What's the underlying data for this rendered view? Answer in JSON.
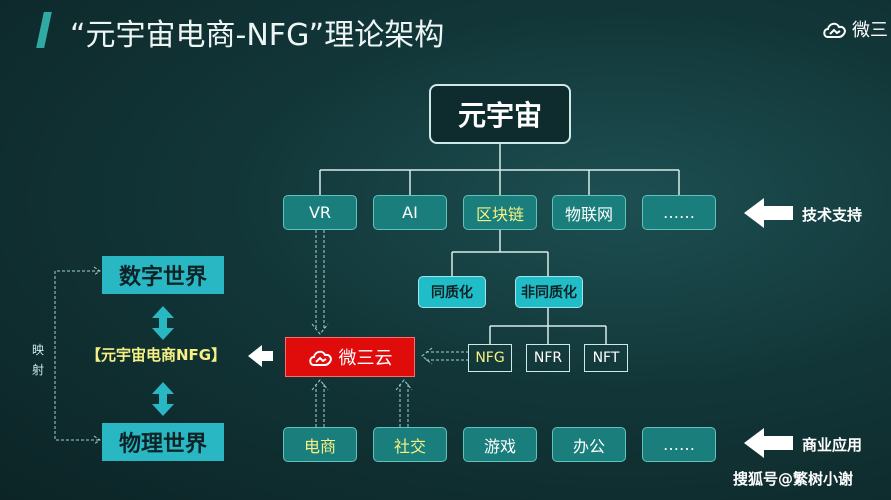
{
  "header": {
    "title": "“元宇宙电商-NFG”理论架构"
  },
  "logo": {
    "text": "微三",
    "icon": "cloud-logo-icon"
  },
  "diagram": {
    "root": "元宇宙",
    "tech": [
      "VR",
      "AI",
      "区块链",
      "物联网",
      "……"
    ],
    "tech_label": "技术支持",
    "blockchain_children": [
      "同质化",
      "非同质化"
    ],
    "nft_children": [
      "NFG",
      "NFR",
      "NFT"
    ],
    "apps": [
      "电商",
      "社交",
      "游戏",
      "办公",
      "……"
    ],
    "apps_label": "商业应用",
    "digital_world": "数字世界",
    "physical_world": "物理世界",
    "center_label": "【元宇宙电商NFG】",
    "brand": "微三云",
    "mapping_label": "映射",
    "colors": {
      "teal": "#1a7f7c",
      "cyan": "#2ab7c4",
      "yellow": "#f7f184",
      "red": "#e00b0b"
    }
  },
  "watermark": "搜狐号@繁树小谢"
}
